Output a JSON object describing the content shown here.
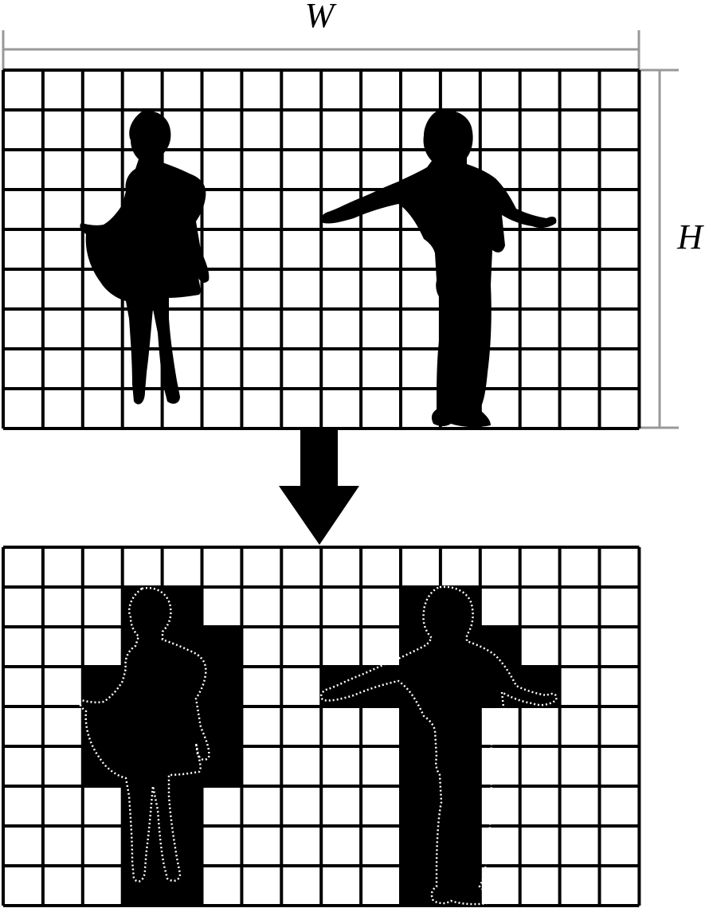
{
  "labels": {
    "width_symbol": "W",
    "height_symbol": "H"
  },
  "grid": {
    "columns": 16,
    "rows": 9
  },
  "figures": [
    {
      "name": "dancer-woman"
    },
    {
      "name": "dancer-man"
    }
  ],
  "colors": {
    "line": "#000000",
    "dimension_line": "#999999",
    "silhouette": "#000000",
    "outline_dots": "#ffffff",
    "background": "#ffffff"
  }
}
